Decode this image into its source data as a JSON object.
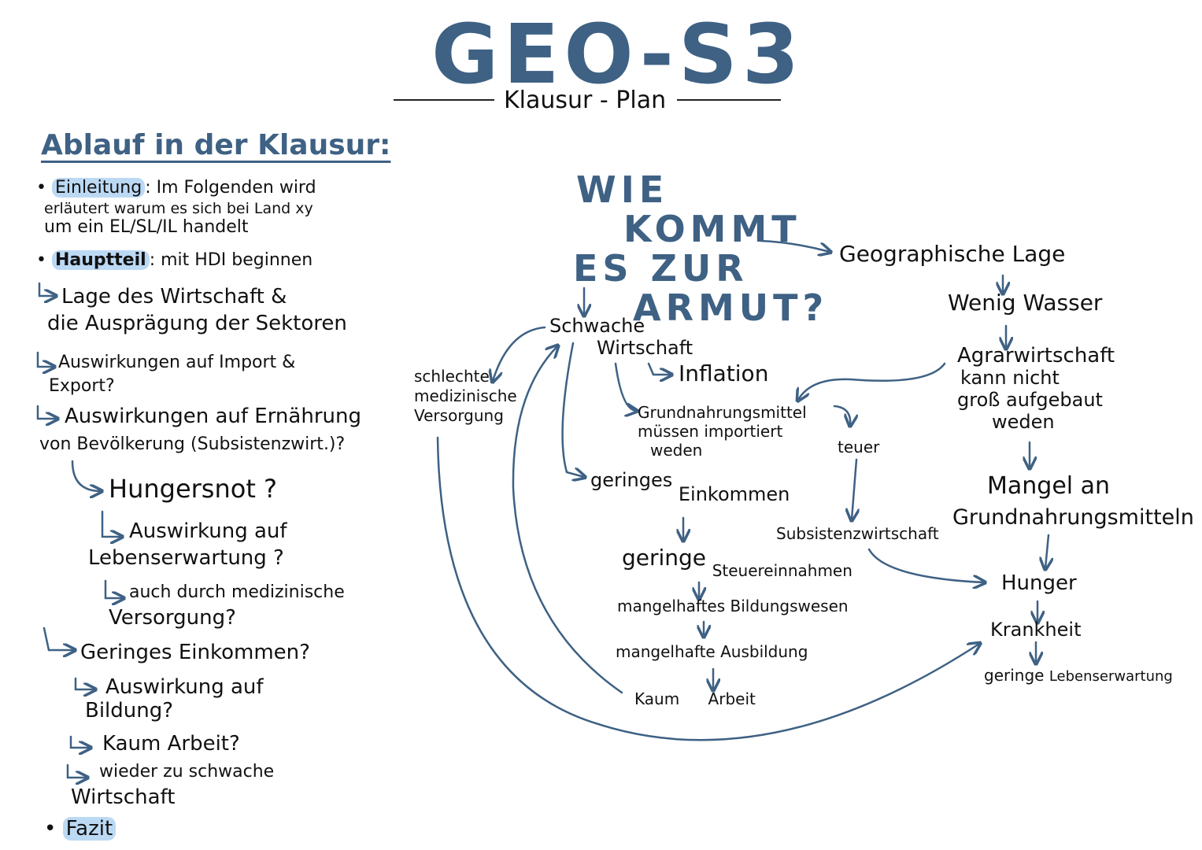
{
  "header": {
    "title": "GEO-S3",
    "subtitle": "Klausur - Plan"
  },
  "left": {
    "heading": "Ablauf in der Klausur:",
    "einleitung_label": "Einleitung",
    "einleitung_text_1": ": Im Folgenden wird",
    "einleitung_text_2": "erläutert warum es sich bei Land xy",
    "einleitung_text_3": "um ein EL/SL/IL handelt",
    "hauptteil_label": "Hauptteil",
    "hauptteil_text": ": mit HDI beginnen",
    "item_1a": "Lage des Wirtschaft &",
    "item_1b": "die Ausprägung der Sektoren",
    "item_2a": "Auswirkungen auf Import &",
    "item_2b": "Export?",
    "item_3a": "Auswirkungen auf Ernährung",
    "item_3b": "von Bevölkerung (Subsistenzwirt.)?",
    "item_4": "Hungersnot ?",
    "item_5a": "Auswirkung auf",
    "item_5b": "Lebenserwartung ?",
    "item_6a": "auch durch medizinische",
    "item_6b": "Versorgung?",
    "item_7": "Geringes Einkommen?",
    "item_8a": "Auswirkung auf",
    "item_8b": "Bildung?",
    "item_9": "Kaum Arbeit?",
    "item_10a": "wieder zu schwache",
    "item_10b": "Wirtschaft",
    "fazit_label": "Fazit"
  },
  "map": {
    "question": [
      "WIE",
      "KOMMT",
      "ES ZUR",
      "ARMUT?"
    ],
    "geographische_lage": "Geographische Lage",
    "wenig_wasser": "Wenig Wasser",
    "agrarwirtschaft": [
      "Agrarwirtschaft",
      "kann nicht",
      "groß aufgebaut",
      "weden"
    ],
    "mangel": [
      "Mangel an",
      "Grundnahrungsmitteln"
    ],
    "hunger": "Hunger",
    "krankheit": "Krankheit",
    "geringe_lebenserwartung": [
      "geringe",
      "Lebenserwartung"
    ],
    "schwache_wirtschaft": [
      "Schwache",
      "Wirtschaft"
    ],
    "inflation": "Inflation",
    "grundnahrungsmittel": [
      "Grundnahrungsmittel",
      "müssen importiert",
      "weden"
    ],
    "teuer": "teuer",
    "subsistenz": "Subsistenzwirtschaft",
    "medizinische": [
      "schlechte",
      "medizinische",
      "Versorgung"
    ],
    "geringes_einkommen": [
      "geringes",
      "Einkommen"
    ],
    "steuereinnahmen": [
      "geringe",
      "Steuereinnahmen"
    ],
    "bildungswesen": "mangelhaftes Bildungswesen",
    "ausbildung": "mangelhafte Ausbildung",
    "kaum_arbeit": [
      "Kaum",
      "Arbeit"
    ]
  },
  "colors": {
    "accent": "#3e6184",
    "highlight": "#bcd9f4",
    "ink": "#111111"
  }
}
